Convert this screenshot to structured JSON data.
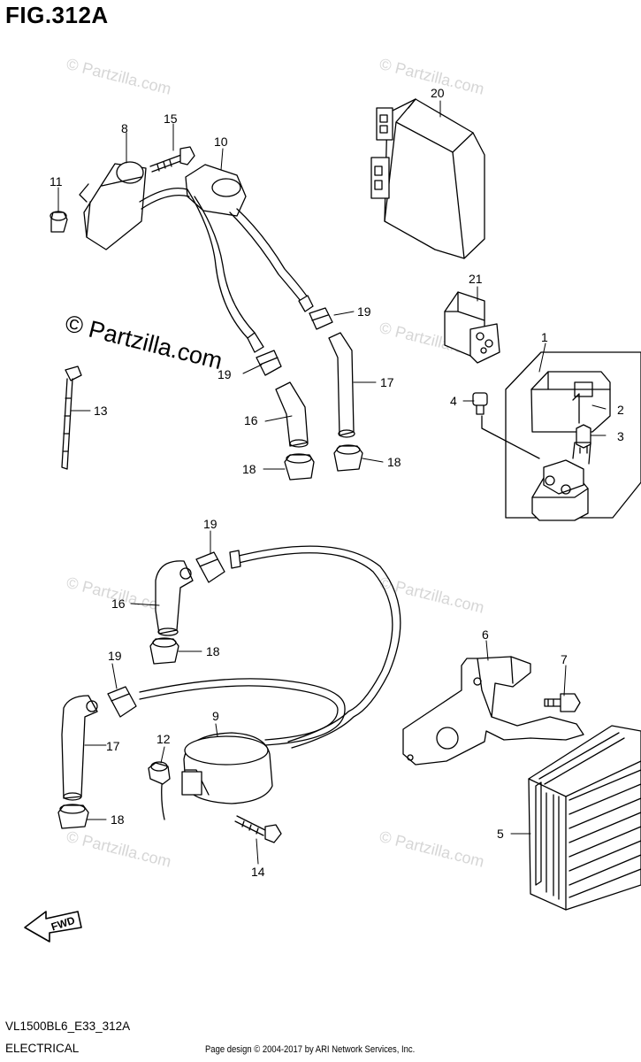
{
  "figure": {
    "title": "FIG.312A",
    "code": "VL1500BL6_E33_312A",
    "section": "ELECTRICAL",
    "credit": "Page design © 2004-2017 by ARI Network Services, Inc.",
    "watermark": "© Partzilla.com"
  },
  "fwd_label": "FWD",
  "callouts": [
    "1",
    "2",
    "3",
    "4",
    "5",
    "6",
    "7",
    "8",
    "9",
    "10",
    "11",
    "12",
    "13",
    "14",
    "15",
    "16",
    "16",
    "17",
    "17",
    "18",
    "18",
    "18",
    "18",
    "19",
    "19",
    "19",
    "19",
    "20",
    "21"
  ]
}
